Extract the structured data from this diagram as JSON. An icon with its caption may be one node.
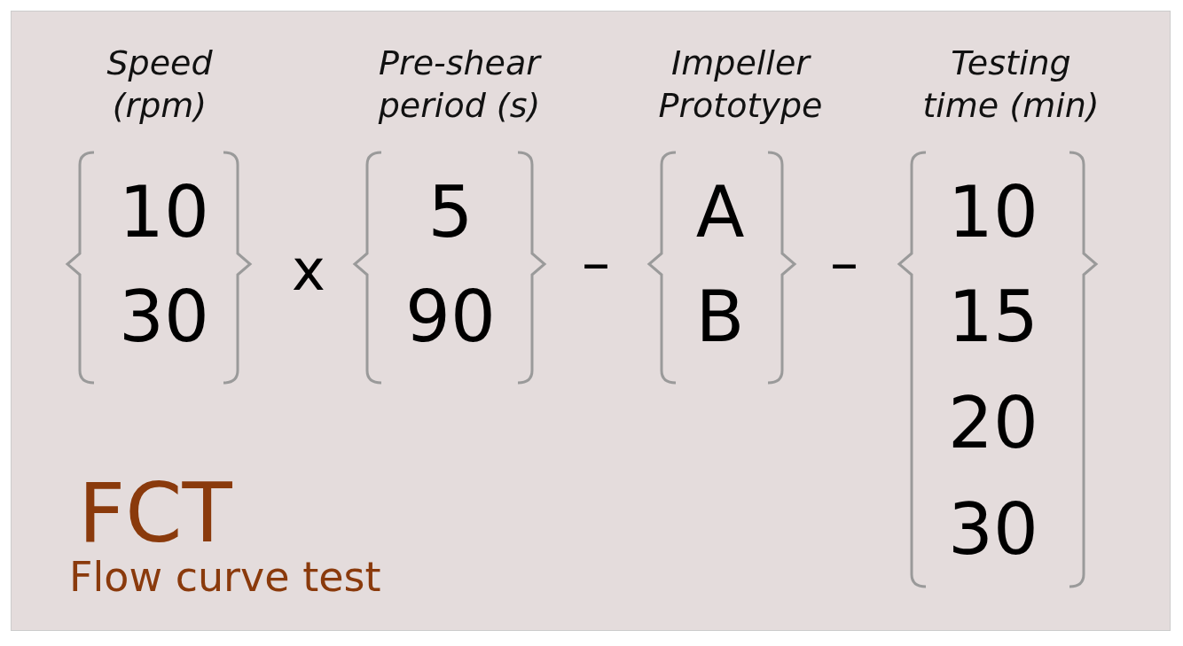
{
  "diagram": {
    "labels": [
      "Speed (rpm)",
      "Pre-shear period (s)",
      "Impeller Prototype",
      "Testing time (min)",
      "10",
      "30",
      "x",
      "5",
      "90",
      "–",
      "A",
      "B",
      "–",
      "10",
      "15",
      "20",
      "FCT",
      "30",
      "Flow curve test"
    ]
  }
}
